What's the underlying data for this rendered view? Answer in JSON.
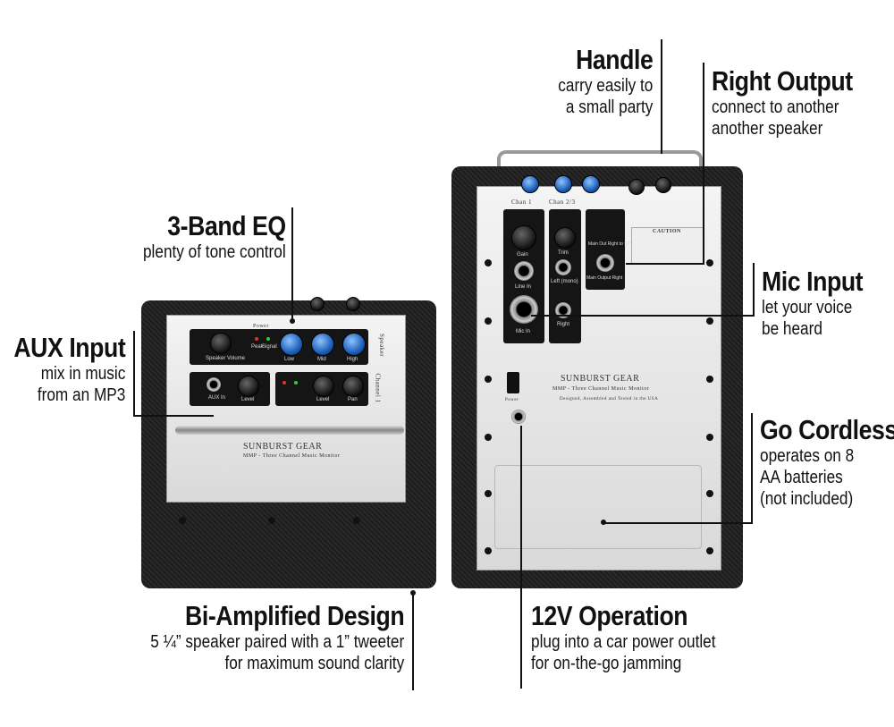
{
  "callouts": {
    "handle": {
      "title": "Handle",
      "subtitle": [
        "carry easily to",
        "a small party"
      ]
    },
    "right_output": {
      "title": "Right Output",
      "subtitle": [
        "connect to another",
        "another speaker"
      ]
    },
    "eq": {
      "title": "3-Band EQ",
      "subtitle": [
        "plenty of tone control"
      ]
    },
    "aux": {
      "title": "AUX Input",
      "subtitle": [
        "mix in music",
        "from an MP3"
      ]
    },
    "mic": {
      "title": "Mic Input",
      "subtitle": [
        "let your voice",
        "be heard"
      ]
    },
    "cordless": {
      "title": "Go Cordless",
      "subtitle": [
        "operates on 8",
        "AA batteries",
        "(not included)"
      ]
    },
    "biamp": {
      "title": "Bi-Amplified Design",
      "subtitle": [
        "5 ¼” speaker paired with a 1” tweeter",
        "for maximum sound clarity"
      ]
    },
    "twelve_v": {
      "title": "12V Operation",
      "subtitle": [
        "plug into a car power outlet",
        "for on-the-go jamming"
      ]
    }
  },
  "device": {
    "brand": "SUNBURST GEAR",
    "model": "MMP - Three Channel Music Monitor",
    "front_labels": {
      "power": "Power",
      "speaker_volume": "Speaker Volume",
      "low": "Low",
      "mid": "Mid",
      "high": "High",
      "peak": "Peak",
      "signal": "Signal",
      "aux_in": "AUX In",
      "level": "Level",
      "pan": "Pan",
      "speaker": "Speaker",
      "channel": "Channel 1"
    },
    "back_labels": {
      "chan1": "Chan 1",
      "chan23": "Chan 2/3",
      "gain": "Gain",
      "trim": "Trim",
      "line_in": "Line In",
      "mic_in": "Mic In",
      "left_mono": "Left (mono)",
      "right": "Right",
      "main_out": "Main Out Right to SPK",
      "main_output_right": "Main Output Right",
      "caution": "CAUTION",
      "designed": "Designed, Assembled and Tested in the USA",
      "power": "Power"
    }
  }
}
